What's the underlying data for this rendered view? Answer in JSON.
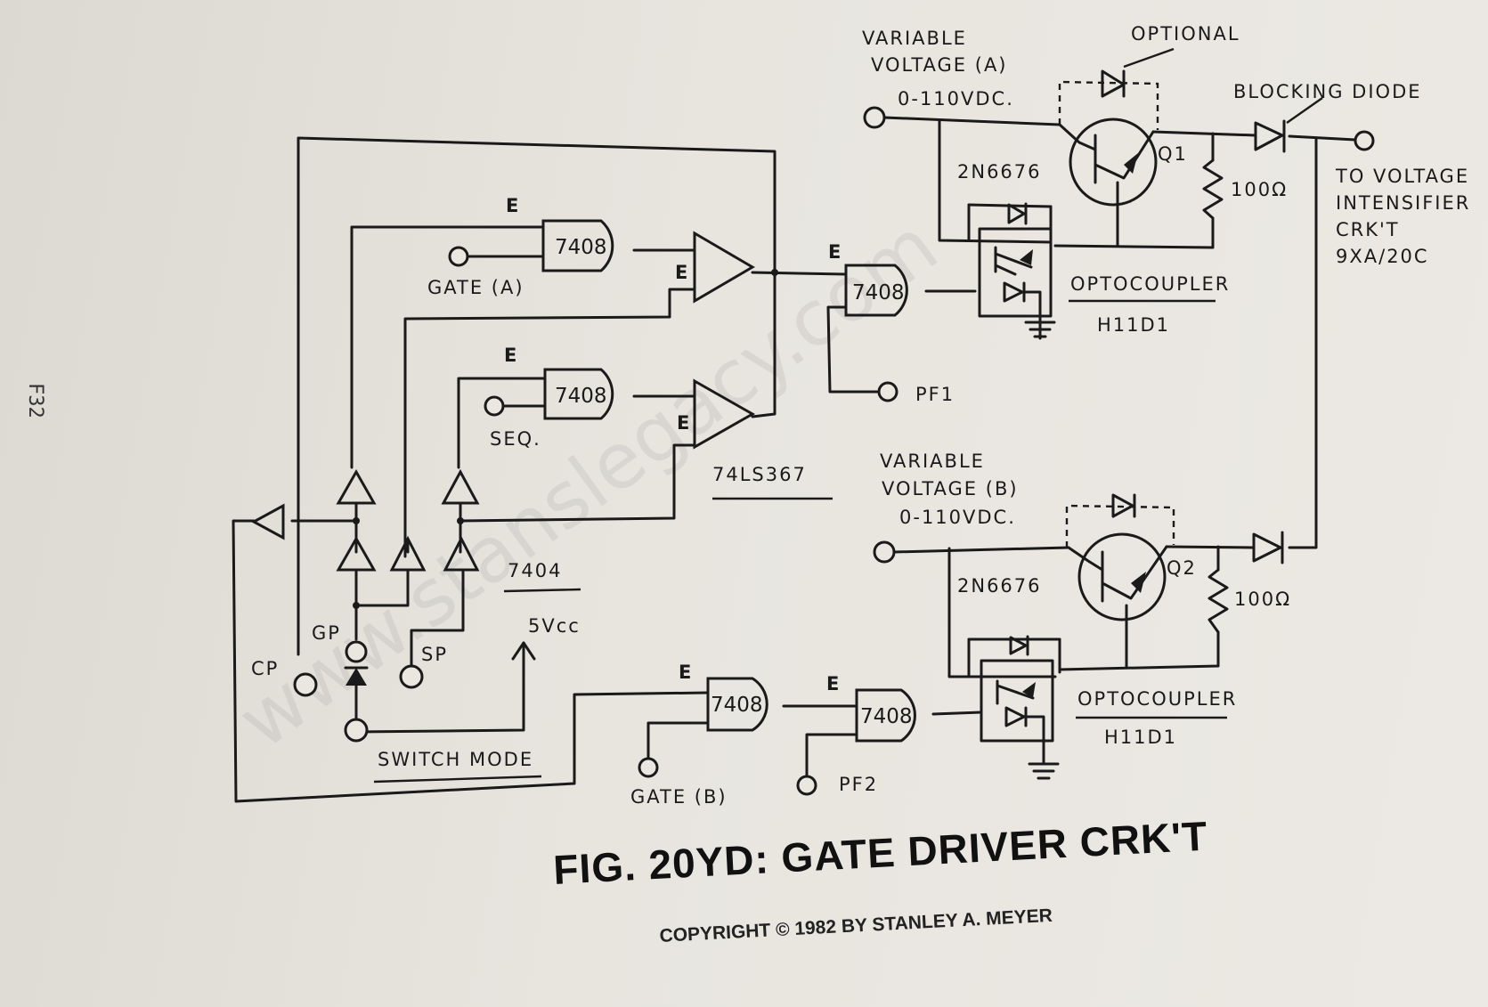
{
  "page_label": "F32",
  "figure": {
    "title": "FIG. 20YD: GATE DRIVER CRK'T",
    "copyright": "COPYRIGHT © 1982 BY STANLEY A. MEYER"
  },
  "watermark": "www.stanslegacy.com",
  "labels": {
    "enable": "E",
    "chip_7408": "7408",
    "gate_a": "GATE (A)",
    "seq": "SEQ.",
    "chip_74ls367": "74LS367",
    "chip_7404": "7404",
    "pf1": "PF1",
    "pf2": "PF2",
    "gate_b": "GATE (B)",
    "cp": "CP",
    "gp": "GP",
    "sp": "SP",
    "vcc": "5Vcc",
    "switch_mode": "SWITCH MODE",
    "var_a_1": "VARIABLE",
    "var_a_2": "VOLTAGE (A)",
    "var_a_3": "0-110VDC.",
    "var_b_1": "VARIABLE",
    "var_b_2": "VOLTAGE (B)",
    "var_b_3": "0-110VDC.",
    "optional": "OPTIONAL",
    "blocking_diode": "BLOCKING DIODE",
    "q1": "Q1",
    "q2": "Q2",
    "transistor": "2N6676",
    "resistor": "100Ω",
    "optocoupler": "OPTOCOUPLER",
    "opto_part": "H11D1",
    "to_1": "TO VOLTAGE",
    "to_2": "INTENSIFIER",
    "to_3": "CRK'T",
    "to_4": "9XA/20C"
  }
}
